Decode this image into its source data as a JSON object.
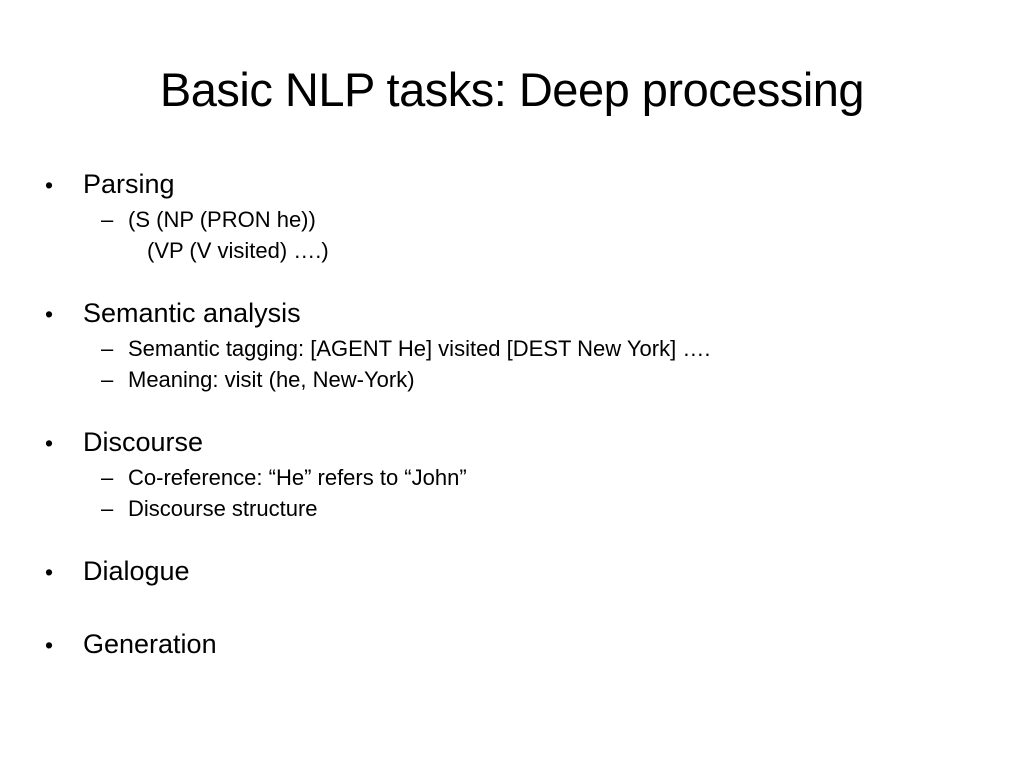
{
  "slide": {
    "title": "Basic NLP tasks: Deep processing",
    "bullet_glyph": "•",
    "dash_glyph": "–",
    "items": [
      {
        "text": "Parsing",
        "sub": [
          {
            "text": "(S (NP (PRON he))"
          }
        ],
        "continuation": "(VP (V visited) ….)"
      },
      {
        "text": "Semantic analysis",
        "sub": [
          {
            "text": "Semantic tagging: [AGENT He] visited [DEST New York] …."
          },
          {
            "text": "Meaning:  visit (he, New-York)"
          }
        ]
      },
      {
        "text": "Discourse",
        "sub": [
          {
            "text": "Co-reference:  “He” refers to “John”"
          },
          {
            "text": "Discourse structure"
          }
        ]
      },
      {
        "text": "Dialogue",
        "sub": []
      },
      {
        "text": "Generation",
        "sub": []
      }
    ]
  }
}
